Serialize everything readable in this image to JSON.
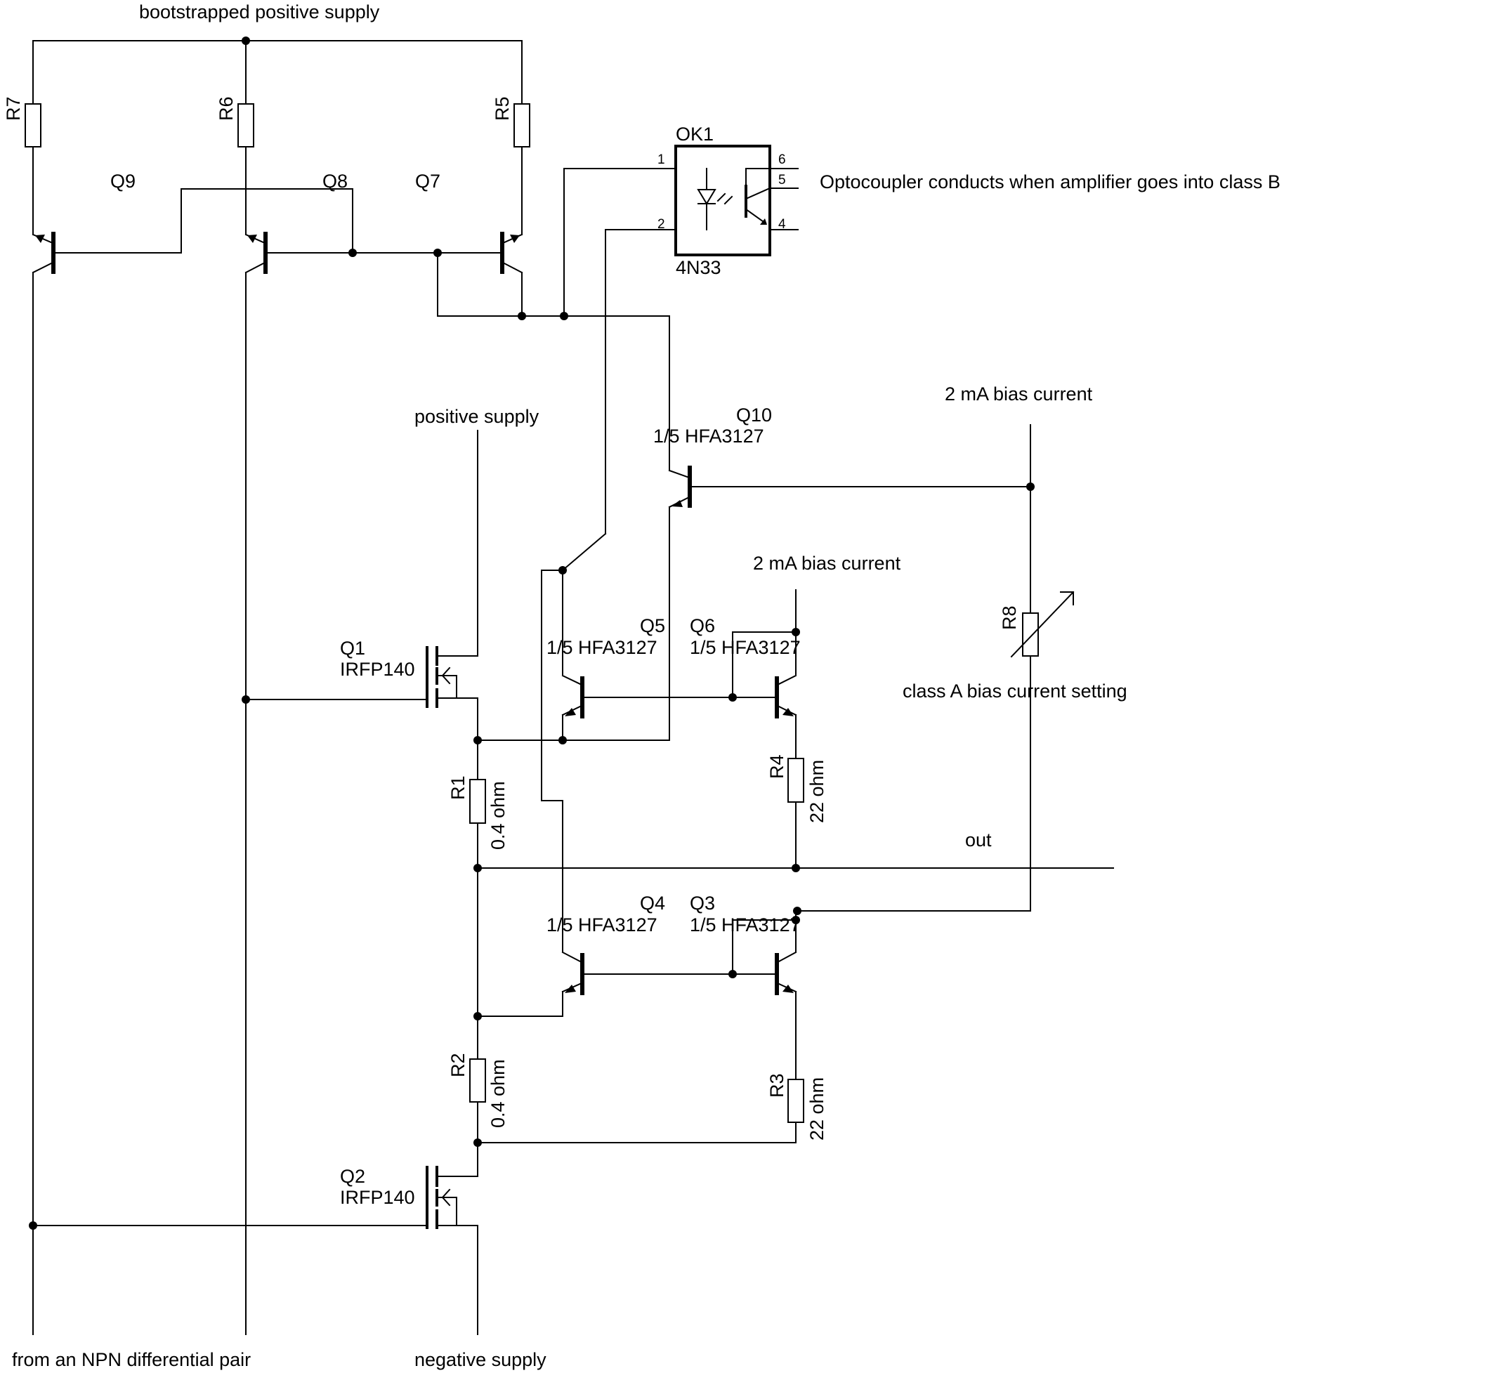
{
  "labels": {
    "bootstrapped_supply": "bootstrapped positive supply",
    "positive_supply": "positive supply",
    "negative_supply": "negative supply",
    "input_note": "from an NPN differential pair",
    "bias_current_top": "2 mA bias current",
    "bias_current_mid": "2 mA bias current",
    "class_a_setting": "class A bias current setting",
    "out": "out",
    "opto_note": "Optocoupler conducts when amplifier goes into class B"
  },
  "resistors": {
    "R1": {
      "name": "R1",
      "value": "0.4 ohm"
    },
    "R2": {
      "name": "R2",
      "value": "0.4 ohm"
    },
    "R3": {
      "name": "R3",
      "value": "22 ohm"
    },
    "R4": {
      "name": "R4",
      "value": "22 ohm"
    },
    "R5": {
      "name": "R5"
    },
    "R6": {
      "name": "R6"
    },
    "R7": {
      "name": "R7"
    },
    "R8": {
      "name": "R8"
    }
  },
  "transistors": {
    "Q1": {
      "name": "Q1",
      "part": "IRFP140"
    },
    "Q2": {
      "name": "Q2",
      "part": "IRFP140"
    },
    "Q3": {
      "name": "Q3",
      "part": "1/5 HFA3127"
    },
    "Q4": {
      "name": "Q4",
      "part": "1/5 HFA3127"
    },
    "Q5": {
      "name": "Q5",
      "part": "1/5 HFA3127"
    },
    "Q6": {
      "name": "Q6",
      "part": "1/5 HFA3127"
    },
    "Q7": {
      "name": "Q7"
    },
    "Q8": {
      "name": "Q8"
    },
    "Q9": {
      "name": "Q9"
    },
    "Q10": {
      "name": "Q10",
      "part": "1/5 HFA3127"
    }
  },
  "optocoupler": {
    "name": "OK1",
    "part": "4N33",
    "pins": [
      "1",
      "2",
      "4",
      "5",
      "6"
    ]
  }
}
